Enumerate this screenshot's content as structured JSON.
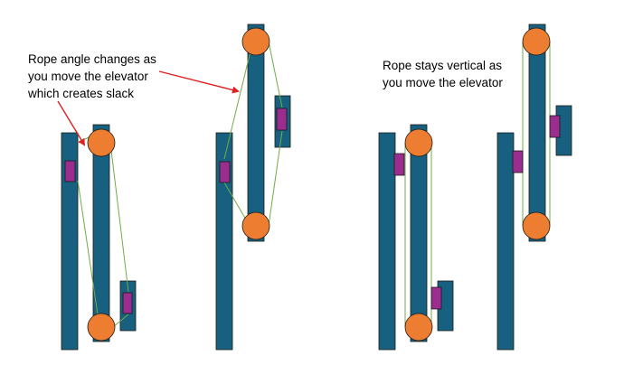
{
  "labels": {
    "slack_note": [
      "Rope angle changes as",
      "you move the elevator",
      "which creates slack"
    ],
    "vertical_note": [
      "Rope stays vertical as",
      "you move the elevator"
    ]
  },
  "colors": {
    "rail": "#17607f",
    "pulley": "#ed7d31",
    "block": "#9b2d8f",
    "rope": "#70ad47",
    "arrow": "#e02020",
    "outline": "#1a1a1a"
  }
}
